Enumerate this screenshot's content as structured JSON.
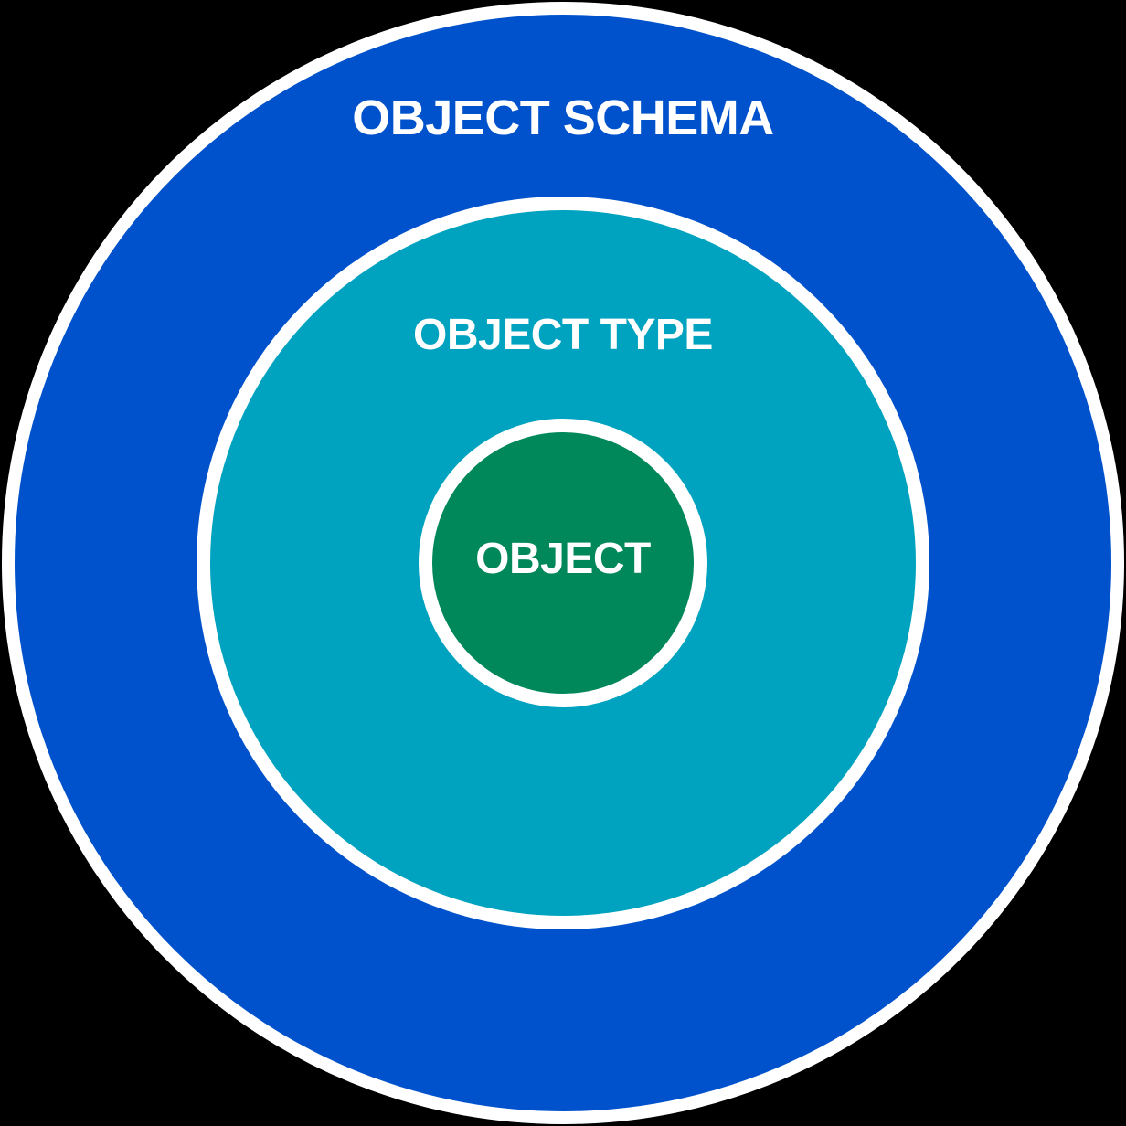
{
  "background_color": "#000000",
  "ring_border_color": "#FFFFFF",
  "text_color": "#FFFFFF",
  "rings": [
    {
      "label": "OBJECT SCHEMA",
      "color": "#0052CC"
    },
    {
      "label": "OBJECT TYPE",
      "color": "#00A3BF"
    },
    {
      "label": "OBJECT",
      "color": "#00875A"
    }
  ]
}
